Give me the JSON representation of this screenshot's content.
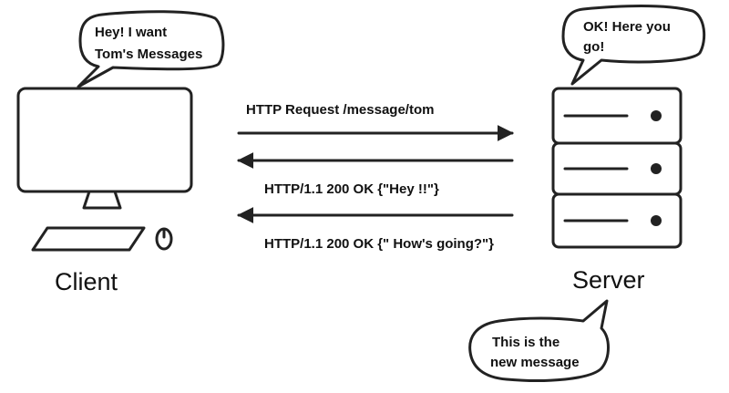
{
  "client": {
    "label": "Client",
    "bubble": [
      "Hey! I want",
      "Tom's Messages"
    ]
  },
  "server": {
    "label": "Server",
    "bubble_top": [
      "OK! Here you",
      "go!"
    ],
    "bubble_bottom": [
      "This is the",
      "new message"
    ]
  },
  "messages": {
    "request": "HTTP Request /message/tom",
    "response_1": "HTTP/1.1 200 OK {\"Hey !!\"}",
    "response_2": "HTTP/1.1 200 OK {\" How's going?\"}"
  },
  "colors": {
    "ink": "#222222",
    "background": "#ffffff"
  }
}
